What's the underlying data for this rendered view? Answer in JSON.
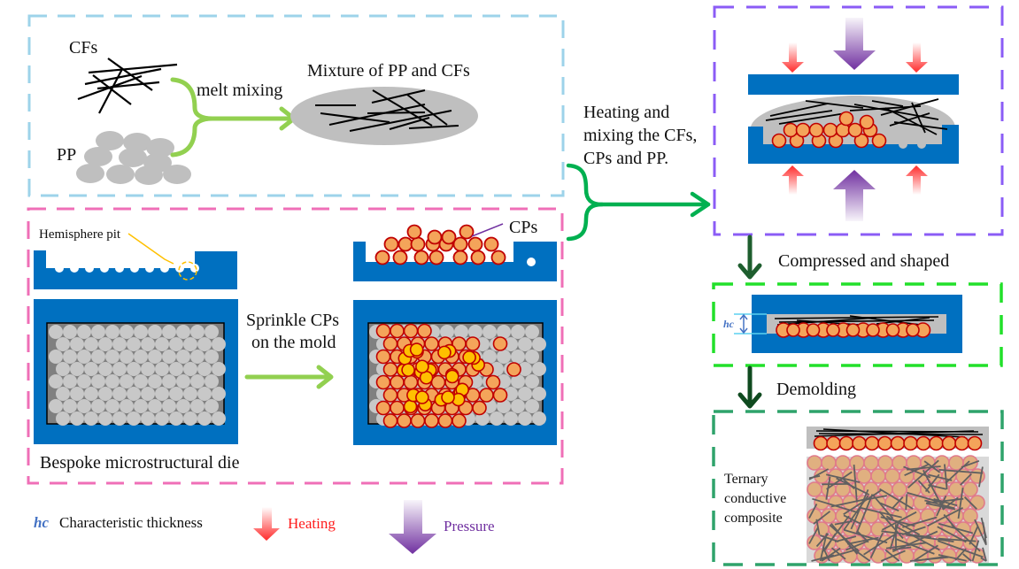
{
  "panels": {
    "melt_mixing": {
      "cfs_label": "CFs",
      "pp_label": "PP",
      "arrow_label": "melt mixing",
      "mixture_label": "Mixture of PP and CFs",
      "border_color": "#9dd3ea"
    },
    "die": {
      "pit_label": "Hemisphere pit",
      "cps_label": "CPs",
      "arrow_label_line1": "Sprinkle CPs",
      "arrow_label_line2": "on the mold",
      "caption": "Bespoke microstructural die",
      "border_color": "#ef6fb7"
    },
    "hot_press": {
      "label_line1": "Heating and",
      "label_line2": "mixing the CFs,",
      "label_line3": "CPs and PP.",
      "border_color": "#8b5cf6"
    },
    "compressed": {
      "step_label": "Compressed and shaped",
      "hc_label": "hc",
      "border_color": "#22e02a"
    },
    "composite": {
      "step_label": "Demolding",
      "label_line1": "Ternary",
      "label_line2": "conductive",
      "label_line3": "composite",
      "border_color": "#2fa36b"
    }
  },
  "legend": {
    "hc_symbol": "hc",
    "hc_text": "Characteristic thickness",
    "heating_text": "Heating",
    "pressure_text": "Pressure"
  },
  "colors": {
    "mold_blue": "#0070c0",
    "cp_fill": "#f4a45a",
    "cp_stroke": "#c00000",
    "cp_top_fill": "#ffc000",
    "pp_gray": "#bfbfbf",
    "heating_red": "#ff2a2a",
    "pressure_purple": "#7030a0",
    "light_green": "#92d050",
    "green": "#00b050",
    "dark_green": "#1e5e2e",
    "hc_blue": "#4472c4"
  }
}
